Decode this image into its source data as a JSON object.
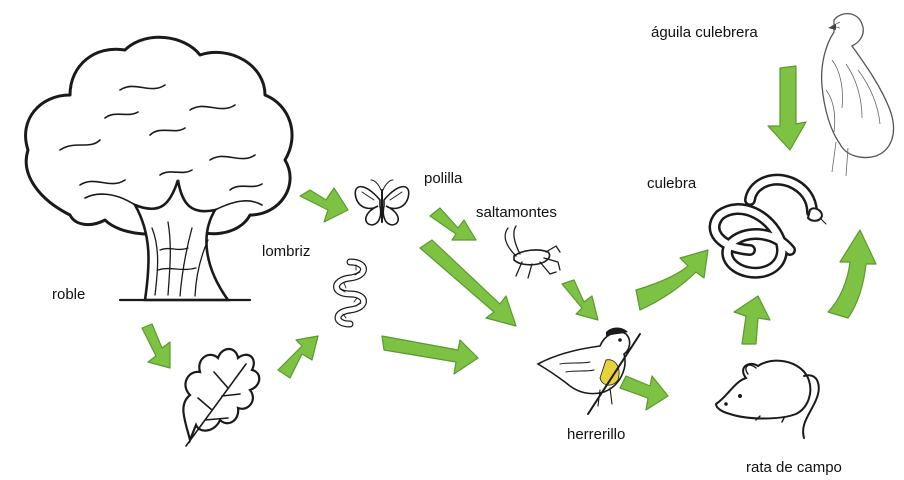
{
  "diagram": {
    "type": "food-web",
    "arrow_color": "#7dc243",
    "nodes": [
      {
        "id": "roble",
        "label": "roble",
        "icon": "oak-tree-icon"
      },
      {
        "id": "hoja",
        "label": "",
        "icon": "oak-leaf-icon"
      },
      {
        "id": "lombriz",
        "label": "lombriz",
        "icon": "earthworm-icon"
      },
      {
        "id": "polilla",
        "label": "polilla",
        "icon": "moth-icon"
      },
      {
        "id": "saltamontes",
        "label": "saltamontes",
        "icon": "grasshopper-icon"
      },
      {
        "id": "herrerillo",
        "label": "herrerillo",
        "icon": "blue-tit-icon"
      },
      {
        "id": "rata",
        "label": "rata de campo",
        "icon": "field-mouse-icon"
      },
      {
        "id": "culebra",
        "label": "culebra",
        "icon": "snake-icon"
      },
      {
        "id": "aguila",
        "label": "águila culebrera",
        "icon": "eagle-icon"
      }
    ],
    "edges": [
      {
        "from": "roble",
        "to": "hoja"
      },
      {
        "from": "roble",
        "to": "polilla"
      },
      {
        "from": "hoja",
        "to": "lombriz"
      },
      {
        "from": "lombriz",
        "to": "herrerillo"
      },
      {
        "from": "polilla",
        "to": "saltamontes"
      },
      {
        "from": "polilla",
        "to": "herrerillo"
      },
      {
        "from": "saltamontes",
        "to": "herrerillo"
      },
      {
        "from": "herrerillo",
        "to": "rata"
      },
      {
        "from": "herrerillo",
        "to": "culebra"
      },
      {
        "from": "rata",
        "to": "culebra"
      },
      {
        "from": "rata",
        "to": "aguila"
      },
      {
        "from": "aguila",
        "to": "culebra"
      }
    ]
  }
}
